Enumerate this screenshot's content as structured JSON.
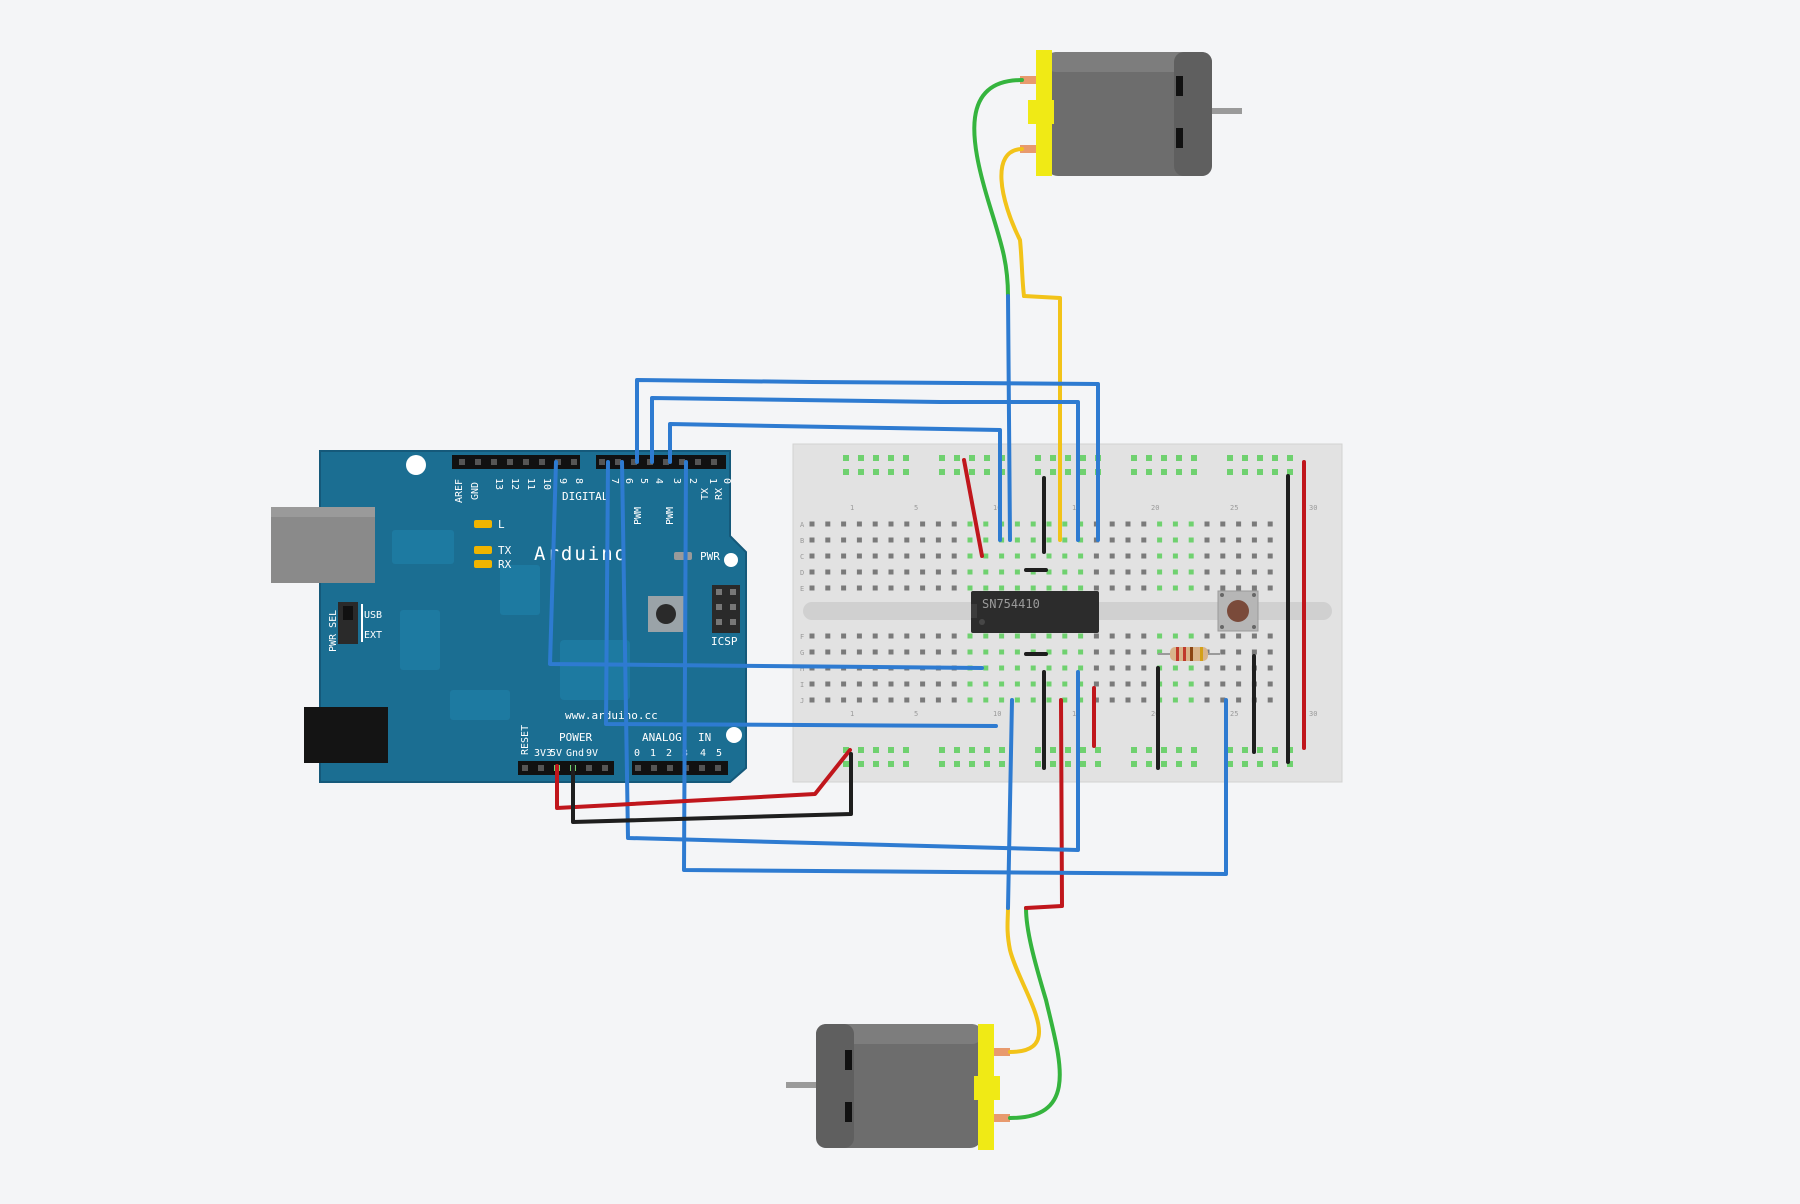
{
  "arduino": {
    "logo": "Arduino",
    "url": "www.arduino.cc",
    "aref": "AREF",
    "gnd": "GND",
    "digital": "DIGITAL",
    "pwm": "PWM",
    "tx": "TX",
    "rx": "RX",
    "led_l": "L",
    "led_tx": "TX",
    "led_rx": "RX",
    "pwr_led": "PWR",
    "pwr_sel": "PWR SEL",
    "usb": "USB",
    "ext": "EXT",
    "icsp": "ICSP",
    "reset": "RESET",
    "power": "POWER",
    "analog": "ANALOG",
    "in": "IN",
    "digital_pins": [
      "13",
      "12",
      "11",
      "10",
      "9",
      "8",
      "7",
      "6",
      "5",
      "4",
      "3",
      "2",
      "1",
      "0"
    ],
    "power_pins": [
      "3V3",
      "5V",
      "Gnd",
      "9V"
    ],
    "analog_pins": [
      "0",
      "1",
      "2",
      "3",
      "4",
      "5"
    ]
  },
  "ic": {
    "label": "SN754410"
  },
  "breadboard": {
    "row_letters_top": [
      "A",
      "B",
      "C",
      "D",
      "E"
    ],
    "row_letters_bottom": [
      "F",
      "G",
      "H",
      "I",
      "J"
    ],
    "column_numbers": [
      "1",
      "5",
      "10",
      "15",
      "20",
      "25",
      "30"
    ]
  },
  "colors": {
    "arduino_board": "#1b6e92",
    "breadboard": "#e2e2e2",
    "wire_blue": "#2e7bd1",
    "wire_red": "#c0161c",
    "wire_black": "#1e1e1e",
    "wire_green": "#35b43e",
    "wire_yellow": "#f2c319",
    "motor_body": "#6d6d6d",
    "motor_cap": "#f0ea15",
    "hole_active": "#6fd16f"
  }
}
